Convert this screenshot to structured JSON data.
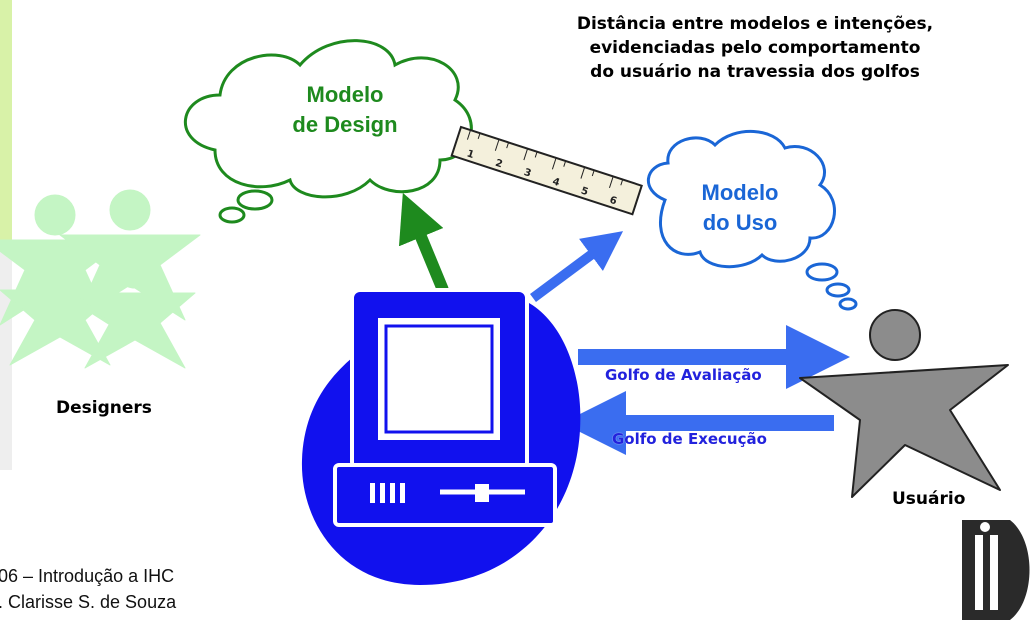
{
  "heading": {
    "line1": "Distância entre modelos e intenções,",
    "line2": "evidenciadas pelo comportamento",
    "line3": "do usuário na travessia dos golfos"
  },
  "design_model": {
    "line1": "Modelo",
    "line2": "de Design"
  },
  "use_model": {
    "line1": "Modelo",
    "line2": "do Uso"
  },
  "ruler_ticks": [
    "1",
    "2",
    "3",
    "4",
    "5",
    "6"
  ],
  "gulf_evaluation": "Golfo de Avaliação",
  "gulf_execution": "Golfo de Execução",
  "designers_label": "Designers",
  "user_label": "Usuário",
  "footer": {
    "line1": "06 – Introdução a IHC",
    "line2": ". Clarisse S. de Souza"
  },
  "colors": {
    "design_green": "#1e8a1e",
    "use_blue": "#1a66d6",
    "computer_blue": "#1111ee",
    "arrow_blue": "#3366ee",
    "designers_green": "#bff5bf",
    "user_gray": "#8c8c8c"
  }
}
